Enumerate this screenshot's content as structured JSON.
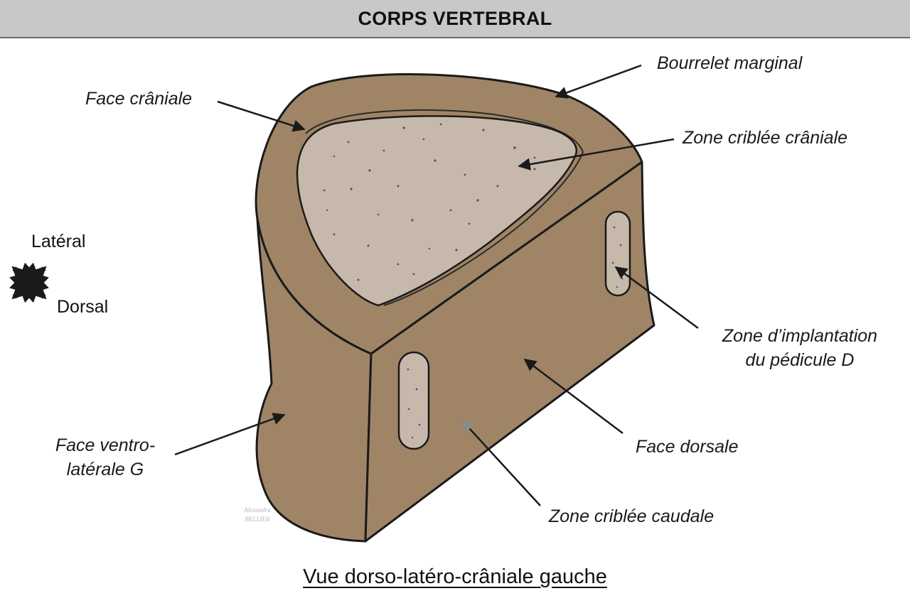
{
  "header": {
    "title": "CORPS VERTEBRAL"
  },
  "labels": {
    "bourrelet_marginal": "Bourrelet marginal",
    "face_craniale": "Face crâniale",
    "zone_criblee_craniale": "Zone criblée crâniale",
    "zone_implantation_line1": "Zone d’implantation",
    "zone_implantation_line2": "du pédicule D",
    "face_dorsale": "Face dorsale",
    "face_ventro_line1": "Face ventro-",
    "face_ventro_line2": "latérale G",
    "zone_criblee_caudale": "Zone criblée caudale"
  },
  "orientation": {
    "top": "Latéral",
    "bottom": "Dorsal"
  },
  "caption": "Vue dorso-latéro-crâniale gauche",
  "signature": {
    "line1": "Alexandra",
    "line2": "BELLIER"
  },
  "colors": {
    "bone": "#9f8566",
    "cribrous": "#c6b9ab",
    "outline": "#1a1a1a",
    "header_bg": "#c8c8c8"
  }
}
